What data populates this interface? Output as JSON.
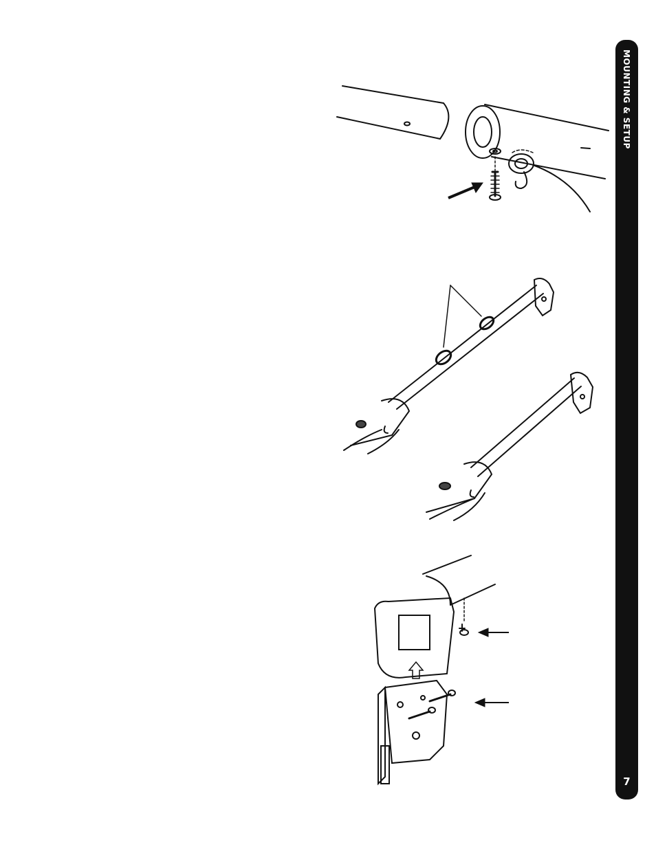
{
  "page": {
    "section_label": "MOUNTING & SETUP",
    "page_number": "7"
  },
  "figures": [
    {
      "name": "tube-joint-screw-illustration",
      "icon": "tube-screw-hook"
    },
    {
      "name": "telescoping-pole-illustration",
      "icon": "poles-with-collars"
    },
    {
      "name": "bracket-assembly-illustration",
      "icon": "bracket-screws"
    }
  ],
  "colors": {
    "tab": "#111111",
    "line": "#111111",
    "paper": "#ffffff"
  }
}
